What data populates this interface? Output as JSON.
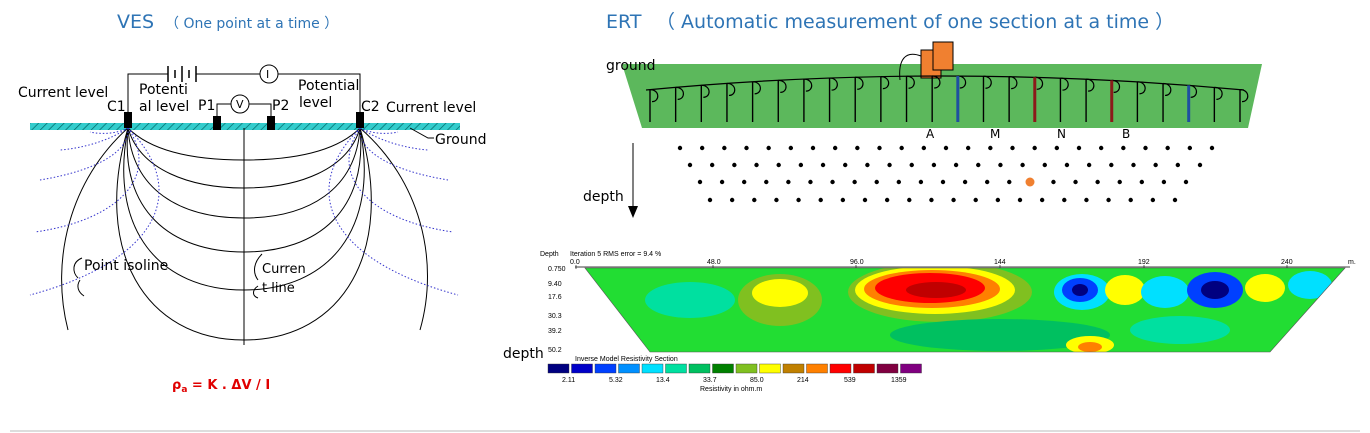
{
  "ves": {
    "title_main": "VES",
    "title_sub": "（ One point at a time ）",
    "current_level_left": "Current level",
    "c1": "C1",
    "potential_level_left_1": "Potenti",
    "potential_level_left_2": "al level",
    "p1": "P1",
    "v_symbol": "V",
    "p2": "P2",
    "i_symbol": "I",
    "potential_level_right_1": "Potential",
    "potential_level_right_2": "level",
    "c2": "C2",
    "current_level_right": "Current level",
    "ground": "Ground",
    "point_isoline": "Point isoline",
    "current_line_1": "Curren",
    "current_line_2": "t line",
    "formula_rho": "ρ",
    "formula_sub": "a",
    "formula_rest": " = K .   ΔV / I"
  },
  "ert": {
    "title_main": "ERT",
    "title_sub": "（ Automatic measurement of one section at a time ）",
    "ground": "ground",
    "depth_top": "depth",
    "electrode_a": "A",
    "electrode_m": "M",
    "electrode_n": "N",
    "electrode_b": "B",
    "depth_bottom": "depth",
    "section": {
      "depth_header": "Depth",
      "iteration": "Iteration 5 RMS error = 9.4 %",
      "x_ticks": [
        "0.0",
        "48.0",
        "96.0",
        "144",
        "192",
        "240"
      ],
      "x_unit": "m.",
      "depth_ticks": [
        "0.750",
        "9.40",
        "17.6",
        "30.3",
        "39.2",
        "50.2"
      ],
      "legend_title": "Inverse Model Resistivity Section",
      "legend_values": [
        "2.11",
        "5.32",
        "13.4",
        "33.7",
        "85.0",
        "214",
        "539",
        "1359"
      ],
      "legend_unit": "Resistivity in ohm.m",
      "legend_colors": [
        "#000080",
        "#0000c8",
        "#0040ff",
        "#0090ff",
        "#00e0ff",
        "#00e0a0",
        "#00c060",
        "#008000",
        "#80c020",
        "#ffff00",
        "#c08000",
        "#ff8000",
        "#ff0000",
        "#c00000",
        "#800040",
        "#800080"
      ]
    }
  }
}
